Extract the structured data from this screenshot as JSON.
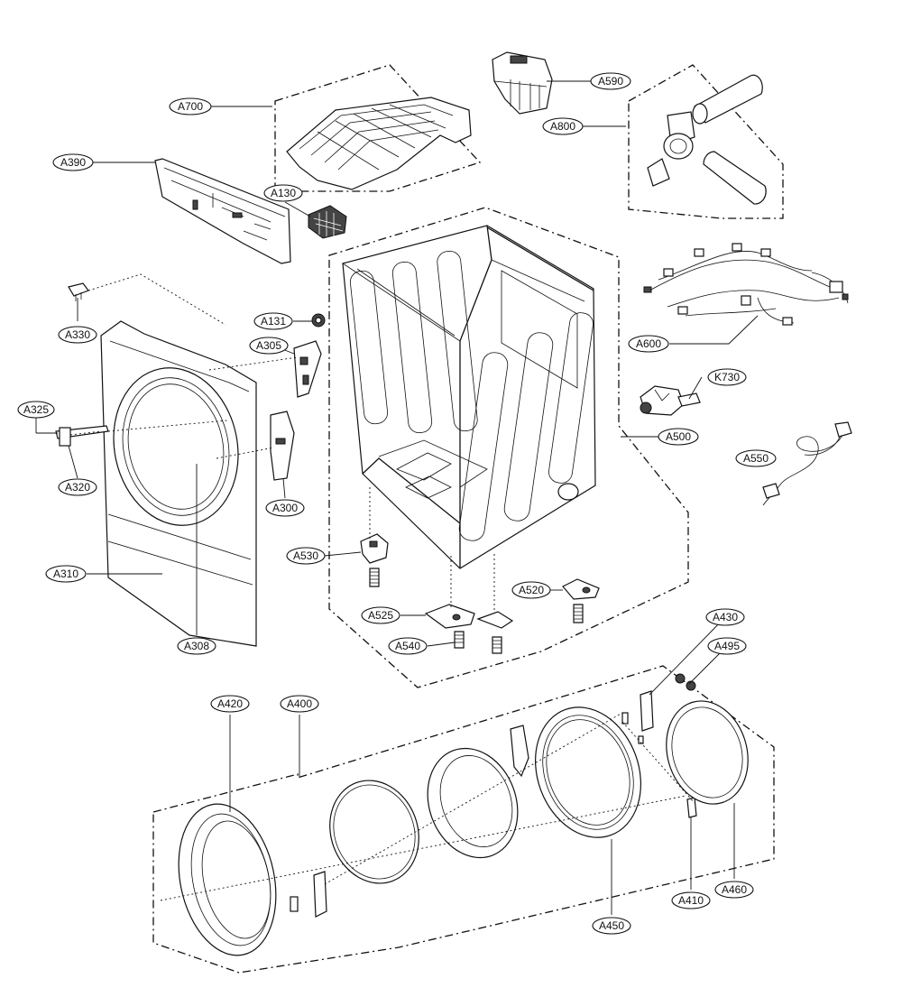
{
  "parts": {
    "A700": "A700",
    "A590": "A590",
    "A800": "A800",
    "A390": "A390",
    "A130": "A130",
    "A330": "A330",
    "A131": "A131",
    "A305": "A305",
    "A600": "A600",
    "K730": "K730",
    "A325": "A325",
    "A500": "A500",
    "A320": "A320",
    "A550": "A550",
    "A300": "A300",
    "A530": "A530",
    "A310": "A310",
    "A520": "A520",
    "A525": "A525",
    "A540": "A540",
    "A308": "A308",
    "A430": "A430",
    "A495": "A495",
    "A420": "A420",
    "A400": "A400",
    "A410": "A410",
    "A460": "A460",
    "A450": "A450"
  }
}
